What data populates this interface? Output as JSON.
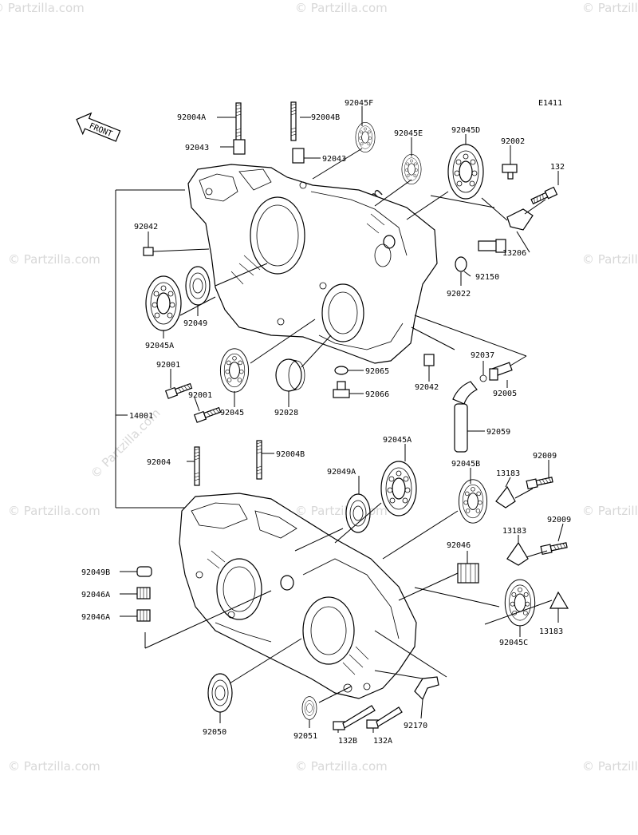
{
  "diagram_code": "E1411",
  "front_label": "FRONT",
  "watermark": "© Partzilla.com",
  "labels": {
    "p92004A": "92004A",
    "p92004B_top": "92004B",
    "p92045F": "92045F",
    "p92043_left": "92043",
    "p92043_right": "92043",
    "p92045E": "92045E",
    "p92045D": "92045D",
    "p92002": "92002",
    "p132_top": "132",
    "p92042_top": "92042",
    "p13206": "13206",
    "p92150": "92150",
    "p92022": "92022",
    "p92049": "92049",
    "p92045A_top": "92045A",
    "p92001_a": "92001",
    "p92001_b": "92001",
    "p92045": "92045",
    "p92028": "92028",
    "p92065": "92065",
    "p92066": "92066",
    "p92042_mid": "92042",
    "p92037": "92037",
    "p92005": "92005",
    "p14001": "14001",
    "p92059": "92059",
    "p92004": "92004",
    "p92004B_bot": "92004B",
    "p92045A_bot": "92045A",
    "p92049A": "92049A",
    "p92045B": "92045B",
    "p13183_a": "13183",
    "p92009_a": "92009",
    "p92009_b": "92009",
    "p13183_b": "13183",
    "p92046": "92046",
    "p92049B": "92049B",
    "p92046A_a": "92046A",
    "p92046A_b": "92046A",
    "p92045C": "92045C",
    "p13183_c": "13183",
    "p92050": "92050",
    "p92051": "92051",
    "p132B": "132B",
    "p132A": "132A",
    "p92170": "92170"
  }
}
